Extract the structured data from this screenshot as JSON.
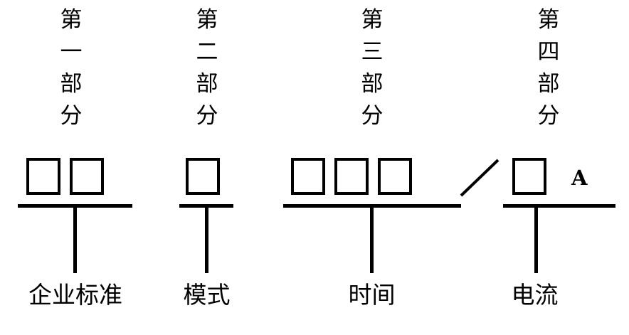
{
  "diagram": {
    "title": "",
    "background_color": "#ffffff",
    "ink_color": "#000000",
    "parts": [
      {
        "id": "part-1",
        "header_chars": [
          "第",
          "一",
          "部",
          "分"
        ],
        "header_text": "第一部分",
        "box_count": 2,
        "bottom_label": "企业标准",
        "separator": "",
        "unit_letter": ""
      },
      {
        "id": "part-2",
        "header_chars": [
          "第",
          "二",
          "部",
          "分"
        ],
        "header_text": "第二部分",
        "box_count": 1,
        "bottom_label": "模式",
        "separator": "",
        "unit_letter": ""
      },
      {
        "id": "part-3",
        "header_chars": [
          "第",
          "三",
          "部",
          "分"
        ],
        "header_text": "第三部分",
        "box_count": 3,
        "bottom_label": "时间",
        "separator": "/",
        "unit_letter": ""
      },
      {
        "id": "part-4",
        "header_chars": [
          "第",
          "四",
          "部",
          "分"
        ],
        "header_text": "第四部分",
        "box_count": 1,
        "bottom_label": "电流",
        "separator": "",
        "unit_letter": "A"
      }
    ]
  }
}
